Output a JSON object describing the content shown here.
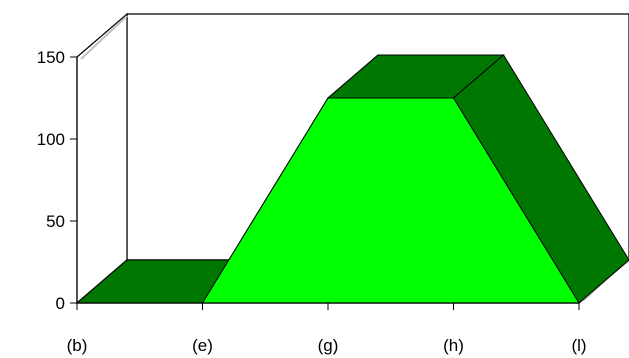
{
  "chart_data": {
    "type": "area",
    "categories": [
      "(b)",
      "(e)",
      "(g)",
      "(h)",
      "(l)"
    ],
    "values": [
      0,
      0,
      125,
      125,
      0
    ],
    "yticks": [
      0,
      50,
      100,
      150
    ],
    "ylim": [
      0,
      150
    ],
    "grid": false,
    "legend": "none",
    "colors": {
      "front": "#00ff00",
      "depth": "#007700",
      "frame": "#000000",
      "wall_highlight": "#c0c0c0"
    }
  }
}
